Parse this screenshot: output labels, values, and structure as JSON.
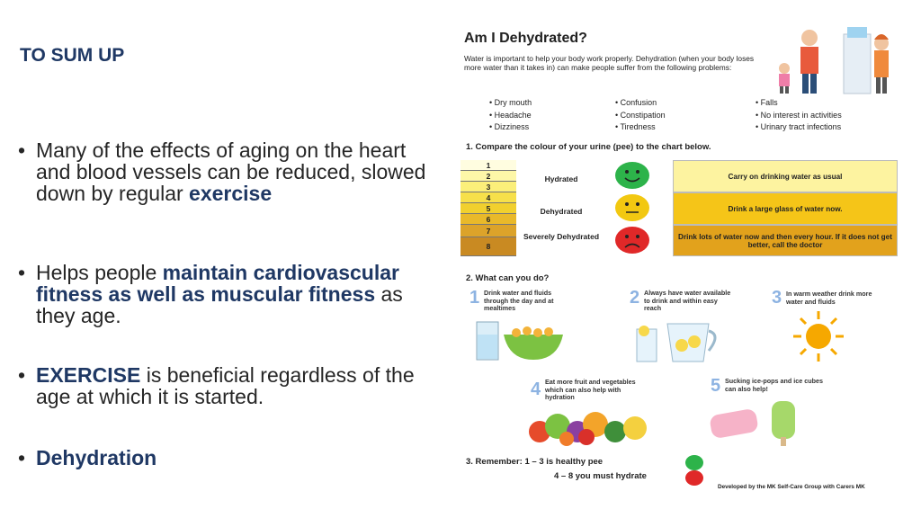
{
  "slide": {
    "title": "TO SUM UP",
    "bullets": {
      "b1_text": "Many of the effects of aging on the heart and blood vessels can be reduced, slowed down by regular ",
      "b1_hl": "exercise",
      "b2_pre": "Helps people ",
      "b2_hl": "maintain cardiovascular fitness as well as muscular fitness",
      "b2_post": " as they age.",
      "b3_hl": "EXERCISE",
      "b3_post": " is beneficial regardless of the age at which it is started.",
      "b4_hl": "Dehydration"
    },
    "bullet_char": "•"
  },
  "poster": {
    "heading": "Am I Dehydrated?",
    "intro": "Water is important to help your body work properly. Dehydration (when your body loses more water than it takes in) can make people suffer from the following problems:",
    "problems": {
      "col1": [
        "Dry mouth",
        "Headache",
        "Dizziness"
      ],
      "col2": [
        "Confusion",
        "Constipation",
        "Tiredness"
      ],
      "col3": [
        "Falls",
        "No interest in activities",
        "Urinary tract infections"
      ]
    },
    "step1": "1. Compare the colour of your urine (pee) to the chart below.",
    "numbers": [
      "1",
      "2",
      "3",
      "4",
      "5",
      "6",
      "7",
      "8"
    ],
    "states": [
      "Hydrated",
      "Dehydrated",
      "Severely Dehydrated"
    ],
    "advice": [
      "Carry on drinking water as usual",
      "Drink a large glass of water now.",
      "Drink lots of water now and then every hour. If it does not get better, call the doctor"
    ],
    "step2": "2. What can you do?",
    "tips": [
      "Drink water and fluids through the day and at mealtimes",
      "Always have water available to drink and within easy reach",
      "In warm weather drink more water and fluids",
      "Eat more fruit and vegetables which can also help with hydration",
      "Sucking ice-pops and ice cubes can also help!"
    ],
    "tip_numbers": [
      "1",
      "2",
      "3",
      "4",
      "5"
    ],
    "remember_1": "3. Remember:  1 – 3 is healthy pee",
    "remember_2": "4 – 8 you must hydrate",
    "credit": "Developed by the MK Self-Care Group with Carers MK"
  },
  "colors": {
    "title_blue": "#1f3864",
    "chart_row_colors": [
      "#fffde0",
      "#fdf7a8",
      "#fbef7a",
      "#f7e04a",
      "#f1d02e",
      "#e9b92a",
      "#dca32a",
      "#c98a22"
    ],
    "advice_colors": [
      "#fdf3a0",
      "#f5c518",
      "#e2a21c"
    ],
    "face_colors": [
      "#2db34a",
      "#f2c811",
      "#e02828"
    ]
  }
}
